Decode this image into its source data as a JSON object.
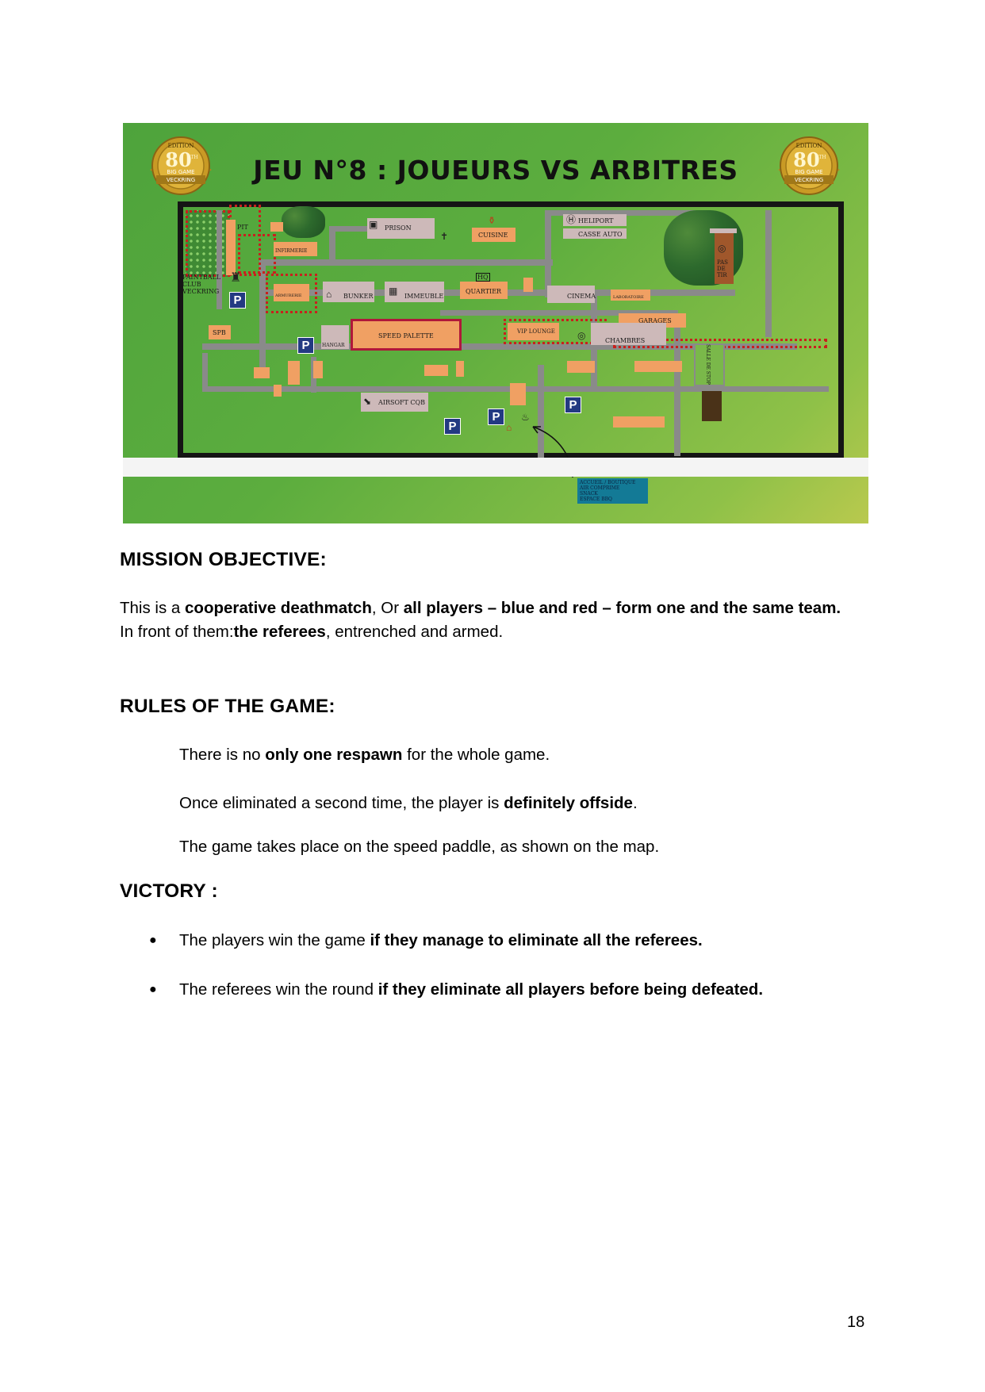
{
  "map": {
    "title": "JEU N°8 : JOUEURS VS ARBITRES",
    "medal": {
      "line1": "EDITION",
      "number": "80",
      "suffix": "TH",
      "line2": "BIG GAME",
      "line3": "VECKRING"
    },
    "labels": {
      "pit": "PIT",
      "paintball_club": "PAINTBALL CLUB VECKRING",
      "infirmerie": "INFIRMERIE",
      "prison": "PRISON",
      "cuisine": "CUISINE",
      "heliport": "HELIPORT",
      "casse_auto": "CASSE AUTO",
      "pas_de_tir": "PAS DE TIR",
      "armurerie": "ARMURERIE",
      "bunker": "BUNKER",
      "immeuble": "IMMEUBLE",
      "quartier": "QUARTIER",
      "cinema": "CINEMA",
      "laboratoire": "LABORATOIRE",
      "garages": "GARAGES",
      "spb": "SPB",
      "hangar": "HANGAR",
      "speed_palette": "SPEED PALETTE",
      "vip_lounge": "VIP LOUNGE",
      "chambres": "CHAMBRES",
      "salle_de_stop": "SALLE DE STOP",
      "airsoft_cqb": "AIRSOFT CQB",
      "hq": "HQ",
      "parking": "P",
      "accueil": [
        "ACCUEIL / BOUTIQUE",
        "AIR COMPRIME",
        "SNACK",
        "ESPACE BBQ"
      ]
    }
  },
  "mission": {
    "heading": "MISSION OBJECTIVE:",
    "line1_a": "This is a ",
    "line1_b": "cooperative deathmatch",
    "line1_c": ", Or ",
    "line1_d": "all players – blue and red – form one and the same team.",
    "line2_a": "In front of them:",
    "line2_b": "the referees",
    "line2_c": ", entrenched and armed."
  },
  "rules": {
    "heading": "RULES OF THE GAME:",
    "r1_a": "There is no ",
    "r1_b": "only one respawn",
    "r1_c": " for the whole game.",
    "r2_a": "Once eliminated a second time, the player is ",
    "r2_b": "definitely offside",
    "r2_c": ".",
    "r3": "The game takes place on the speed paddle, as shown on the map."
  },
  "victory": {
    "heading": "VICTORY :",
    "bullet": "●",
    "v1_a": "The players win the game ",
    "v1_b": "if they manage to eliminate all the referees.",
    "v2_a": "The referees win the round ",
    "v2_b": "if they eliminate all players before being defeated."
  },
  "page_number": "18",
  "colors": {
    "grass": "#5cad3e",
    "road": "#8a8a8a",
    "building": "#f0a063",
    "game_zone": "#b0173a",
    "accueil": "#137a96"
  }
}
